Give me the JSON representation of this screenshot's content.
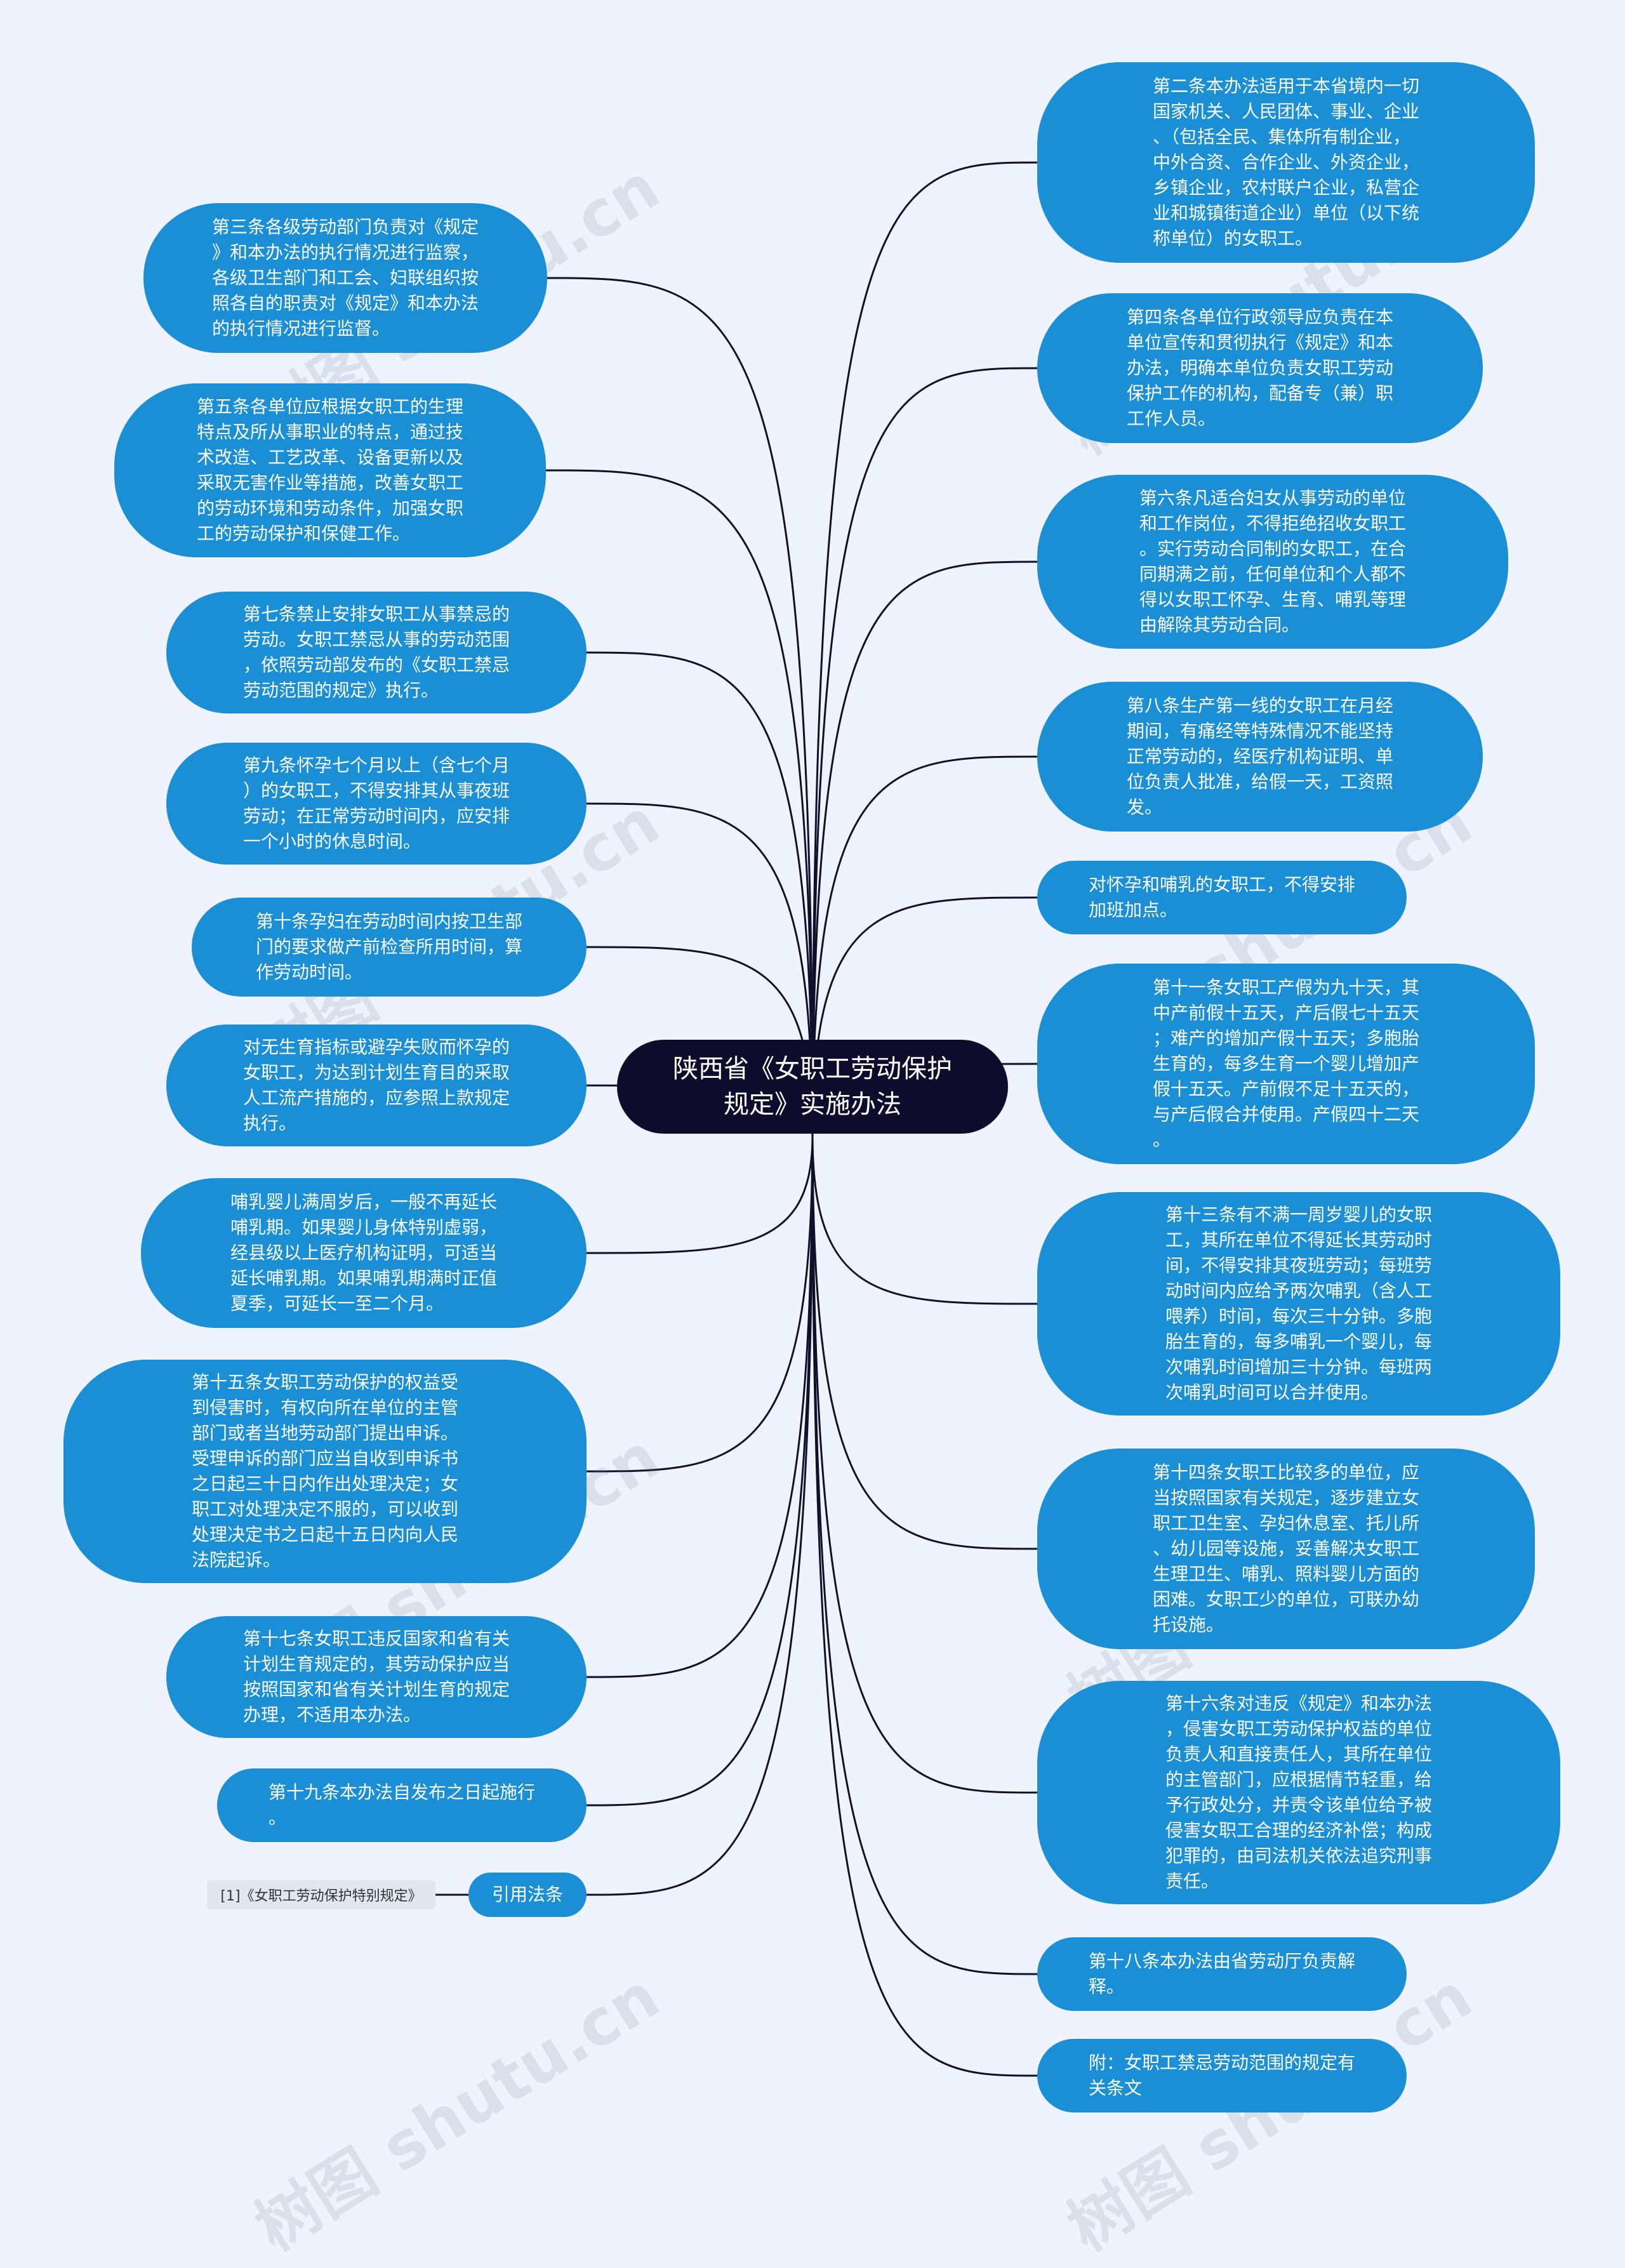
{
  "title": "陕西省《女职工劳动保护\n规定》实施办法",
  "watermark": "树图 shutu.cn",
  "colors": {
    "background": "#eef3fd",
    "node": "#1a8fd6",
    "center": "#0e0c2c",
    "link": "#10102a",
    "ref_bg": "#e1e6f0"
  },
  "left_nodes": [
    {
      "text": "第三条各级劳动部门负责对《规定\n》和本办法的执行情况进行监察，\n各级卫生部门和工会、妇联组织按\n照各自的职责对《规定》和本办法\n的执行情况进行监督。"
    },
    {
      "text": "第五条各单位应根据女职工的生理\n特点及所从事职业的特点，通过技\n术改造、工艺改革、设备更新以及\n采取无害作业等措施，改善女职工\n的劳动环境和劳动条件，加强女职\n工的劳动保护和保健工作。"
    },
    {
      "text": "第七条禁止安排女职工从事禁忌的\n劳动。女职工禁忌从事的劳动范围\n，依照劳动部发布的《女职工禁忌\n劳动范围的规定》执行。"
    },
    {
      "text": "第九条怀孕七个月以上（含七个月\n）的女职工，不得安排其从事夜班\n劳动；在正常劳动时间内，应安排\n一个小时的休息时间。"
    },
    {
      "text": "第十条孕妇在劳动时间内按卫生部\n门的要求做产前检查所用时间，算\n作劳动时间。"
    },
    {
      "text": "对无生育指标或避孕失败而怀孕的\n女职工，为达到计划生育目的采取\n人工流产措施的，应参照上款规定\n执行。"
    },
    {
      "text": "哺乳婴儿满周岁后，一般不再延长\n哺乳期。如果婴儿身体特别虚弱，\n经县级以上医疗机构证明，可适当\n延长哺乳期。如果哺乳期满时正值\n夏季，可延长一至二个月。"
    },
    {
      "text": "第十五条女职工劳动保护的权益受\n到侵害时，有权向所在单位的主管\n部门或者当地劳动部门提出申诉。\n受理申诉的部门应当自收到申诉书\n之日起三十日内作出处理决定；女\n职工对处理决定不服的，可以收到\n处理决定书之日起十五日内向人民\n法院起诉。"
    },
    {
      "text": "第十七条女职工违反国家和省有关\n计划生育规定的，其劳动保护应当\n按照国家和省有关计划生育的规定\n办理，不适用本办法。"
    },
    {
      "text": "第十九条本办法自发布之日起施行\n。"
    },
    {
      "text": "引用法条"
    }
  ],
  "right_nodes": [
    {
      "text": "第二条本办法适用于本省境内一切\n国家机关、人民团体、事业、企业\n、（包括全民、集体所有制企业，\n中外合资、合作企业、外资企业，\n乡镇企业，农村联户企业，私营企\n业和城镇街道企业）单位（以下统\n称单位）的女职工。"
    },
    {
      "text": "第四条各单位行政领导应负责在本\n单位宣传和贯彻执行《规定》和本\n办法，明确本单位负责女职工劳动\n保护工作的机构，配备专（兼）职\n工作人员。"
    },
    {
      "text": "第六条凡适合妇女从事劳动的单位\n和工作岗位，不得拒绝招收女职工\n。实行劳动合同制的女职工，在合\n同期满之前，任何单位和个人都不\n得以女职工怀孕、生育、哺乳等理\n由解除其劳动合同。"
    },
    {
      "text": "第八条生产第一线的女职工在月经\n期间，有痛经等特殊情况不能坚持\n正常劳动的，经医疗机构证明、单\n位负责人批准，给假一天，工资照\n发。"
    },
    {
      "text": "对怀孕和哺乳的女职工，不得安排\n加班加点。"
    },
    {
      "text": "第十一条女职工产假为九十天，其\n中产前假十五天，产后假七十五天\n；难产的增加产假十五天；多胞胎\n生育的，每多生育一个婴儿增加产\n假十五天。产前假不足十五天的，\n与产后假合并使用。产假四十二天\n。"
    },
    {
      "text": "第十三条有不满一周岁婴儿的女职\n工，其所在单位不得延长其劳动时\n间，不得安排其夜班劳动；每班劳\n动时间内应给予两次哺乳（含人工\n喂养）时间，每次三十分钟。多胞\n胎生育的，每多哺乳一个婴儿，每\n次哺乳时间增加三十分钟。每班两\n次哺乳时间可以合并使用。"
    },
    {
      "text": "第十四条女职工比较多的单位，应\n当按照国家有关规定，逐步建立女\n职工卫生室、孕妇休息室、托儿所\n、幼儿园等设施，妥善解决女职工\n生理卫生、哺乳、照料婴儿方面的\n困难。女职工少的单位，可联办幼\n托设施。"
    },
    {
      "text": "第十六条对违反《规定》和本办法\n，侵害女职工劳动保护权益的单位\n负责人和直接责任人，其所在单位\n的主管部门，应根据情节轻重，给\n予行政处分，并责令该单位给予被\n侵害女职工合理的经济补偿；构成\n犯罪的，由司法机关依法追究刑事\n责任。"
    },
    {
      "text": "第十八条本办法由省劳动厅负责解\n释。"
    },
    {
      "text": "附：女职工禁忌劳动范围的规定有\n关条文"
    }
  ],
  "reference": {
    "text": "[1]《女职工劳动保护特别规定》"
  }
}
